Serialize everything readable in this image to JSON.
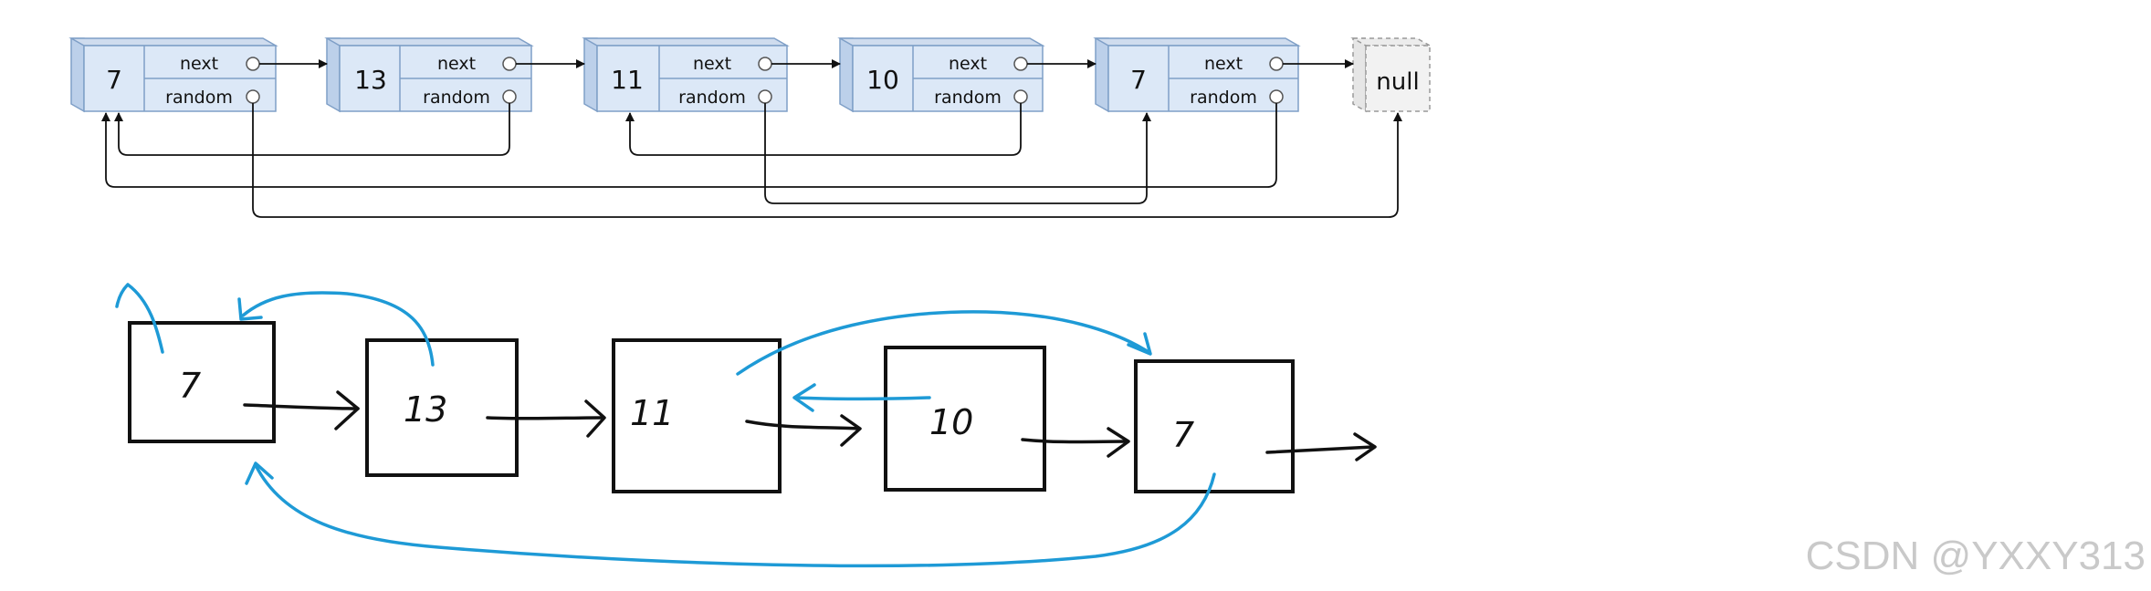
{
  "top_diagram": {
    "nodes": [
      {
        "value": "7",
        "next_label": "next",
        "random_label": "random"
      },
      {
        "value": "13",
        "next_label": "next",
        "random_label": "random"
      },
      {
        "value": "11",
        "next_label": "next",
        "random_label": "random"
      },
      {
        "value": "10",
        "next_label": "next",
        "random_label": "random"
      },
      {
        "value": "7",
        "next_label": "next",
        "random_label": "random"
      }
    ],
    "null_label": "null"
  },
  "sketch": {
    "nodes": [
      "7",
      "13",
      "11",
      "10",
      "7"
    ]
  },
  "colors": {
    "node_front": "#dce8f7",
    "node_side": "#bcd0ea",
    "node_stroke": "#7f9fc7",
    "null_fill": "#f2f2f2",
    "sketch_blue": "#1e9ad6",
    "ink": "#111111"
  },
  "watermark": "CSDN @YXXY313"
}
